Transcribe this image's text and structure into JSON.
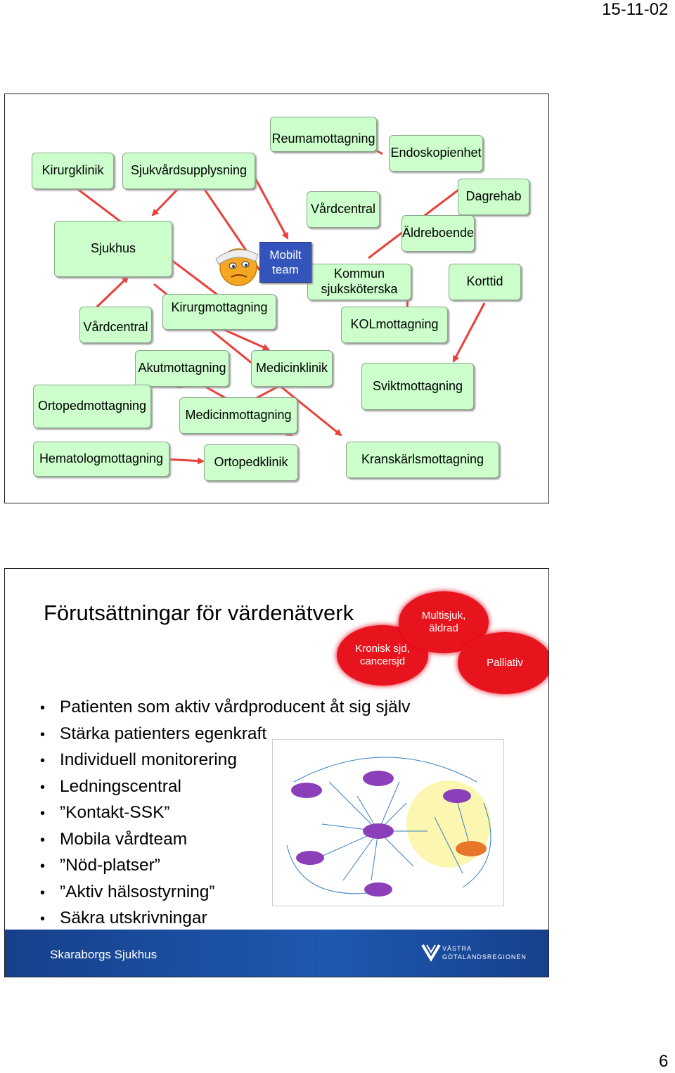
{
  "page": {
    "date": "15-11-02",
    "number": "6"
  },
  "slide1": {
    "boxes": {
      "kirurgklinik": "Kirurgklinik",
      "sjukvardsupplysning": "Sjukvårdsupplysning",
      "reumamottagning": "Reumamottagning",
      "endoskopienhet": "Endoskopienhet",
      "dagrehab": "Dagrehab",
      "vardcentral_top": "Vårdcentral",
      "aldreboende": "Äldreboende",
      "sjukhus": "Sjukhus",
      "mobilt_team_1": "Mobilt",
      "mobilt_team_2": "team",
      "kommun_1": "Kommun",
      "kommun_2": "sjuksköterska",
      "korttid": "Korttid",
      "vardcentral_left": "Vårdcentral",
      "kirurgmottagning": "Kirurgmottagning",
      "kolmottagning": "KOLmottagning",
      "akutmottagning": "Akutmottagning",
      "medicinklinik": "Medicinklinik",
      "sviktmottagning": "Sviktmottagning",
      "ortopedmottagning": "Ortopedmottagning",
      "medicinmottagning": "Medicinmottagning",
      "hematologmottagning": "Hematologmottagning",
      "ortopedklinik": "Ortopedklinik",
      "kranskarlsmottagning": "Kranskärlsmottagning"
    },
    "colors": {
      "box_fill": "#ccffcc",
      "arrow": "#e8403a",
      "mobile_team": "#3355bb"
    }
  },
  "slide2": {
    "title": "Förutsättningar för värdenätverk",
    "circles": {
      "multisjuk_1": "Multisjuk,",
      "multisjuk_2": "äldrad",
      "kronisk_1": "Kronisk sjd,",
      "kronisk_2": "cancersjd",
      "palliativ": "Palliativ"
    },
    "bullets": [
      "Patienten som aktiv vårdproducent åt sig själv",
      "Stärka patienters egenkraft",
      "Individuell monitorering",
      "Ledningscentral",
      "”Kontakt-SSK”",
      "Mobila vårdteam",
      "”Nöd-platser”",
      "”Aktiv hälsostyrning”",
      "Säkra utskrivningar"
    ],
    "footer": {
      "name": "Skaraborgs Sjukhus",
      "logo_line1": "VÄSTRA",
      "logo_line2": "GÖTALANDSREGIONEN"
    },
    "colors": {
      "circle": "#e8141d",
      "footer": "#1e4fa0"
    }
  }
}
